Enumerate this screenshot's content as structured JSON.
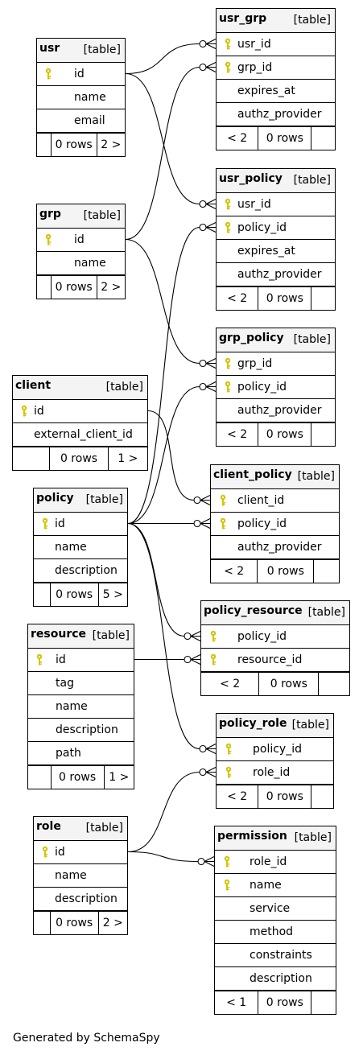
{
  "tables": {
    "usr": {
      "name": "usr",
      "kind": "[table]",
      "cols": [
        "id",
        "name",
        "email"
      ],
      "foot": [
        "",
        "0 rows",
        "2 >"
      ]
    },
    "usr_grp": {
      "name": "usr_grp",
      "kind": "[table]",
      "cols": [
        "usr_id",
        "grp_id",
        "expires_at",
        "authz_provider"
      ],
      "foot": [
        "< 2",
        "0 rows",
        ""
      ]
    },
    "usr_policy": {
      "name": "usr_policy",
      "kind": "[table]",
      "cols": [
        "usr_id",
        "policy_id",
        "expires_at",
        "authz_provider"
      ],
      "foot": [
        "< 2",
        "0 rows",
        ""
      ]
    },
    "grp": {
      "name": "grp",
      "kind": "[table]",
      "cols": [
        "id",
        "name"
      ],
      "foot": [
        "",
        "0 rows",
        "2 >"
      ]
    },
    "grp_policy": {
      "name": "grp_policy",
      "kind": "[table]",
      "cols": [
        "grp_id",
        "policy_id",
        "authz_provider"
      ],
      "foot": [
        "< 2",
        "0 rows",
        ""
      ]
    },
    "client": {
      "name": "client",
      "kind": "[table]",
      "cols": [
        "id",
        "external_client_id"
      ],
      "foot": [
        "",
        "0 rows",
        "1 >"
      ]
    },
    "client_policy": {
      "name": "client_policy",
      "kind": "[table]",
      "cols": [
        "client_id",
        "policy_id",
        "authz_provider"
      ],
      "foot": [
        "< 2",
        "0 rows",
        ""
      ]
    },
    "policy": {
      "name": "policy",
      "kind": "[table]",
      "cols": [
        "id",
        "name",
        "description"
      ],
      "foot": [
        "",
        "0 rows",
        "5 >"
      ]
    },
    "policy_resource": {
      "name": "policy_resource",
      "kind": "[table]",
      "cols": [
        "policy_id",
        "resource_id"
      ],
      "foot": [
        "< 2",
        "0 rows",
        ""
      ]
    },
    "resource": {
      "name": "resource",
      "kind": "[table]",
      "cols": [
        "id",
        "tag",
        "name",
        "description",
        "path"
      ],
      "foot": [
        "",
        "0 rows",
        "1 >"
      ]
    },
    "policy_role": {
      "name": "policy_role",
      "kind": "[table]",
      "cols": [
        "policy_id",
        "role_id"
      ],
      "foot": [
        "< 2",
        "0 rows",
        ""
      ]
    },
    "role": {
      "name": "role",
      "kind": "[table]",
      "cols": [
        "id",
        "name",
        "description"
      ],
      "foot": [
        "",
        "0 rows",
        "2 >"
      ]
    },
    "permission": {
      "name": "permission",
      "kind": "[table]",
      "cols": [
        "role_id",
        "name",
        "service",
        "method",
        "constraints",
        "description"
      ],
      "foot": [
        "< 1",
        "0 rows",
        ""
      ]
    }
  },
  "relationships": [
    {
      "from": "usr.id",
      "to": "usr_grp.usr_id"
    },
    {
      "from": "usr.id",
      "to": "usr_policy.usr_id"
    },
    {
      "from": "grp.id",
      "to": "usr_grp.grp_id"
    },
    {
      "from": "grp.id",
      "to": "grp_policy.grp_id"
    },
    {
      "from": "client.id",
      "to": "client_policy.client_id"
    },
    {
      "from": "policy.id",
      "to": "usr_policy.policy_id"
    },
    {
      "from": "policy.id",
      "to": "grp_policy.policy_id"
    },
    {
      "from": "policy.id",
      "to": "client_policy.policy_id"
    },
    {
      "from": "policy.id",
      "to": "policy_resource.policy_id"
    },
    {
      "from": "policy.id",
      "to": "policy_role.policy_id"
    },
    {
      "from": "resource.id",
      "to": "policy_resource.resource_id"
    },
    {
      "from": "role.id",
      "to": "policy_role.role_id"
    },
    {
      "from": "role.id",
      "to": "permission.role_id"
    }
  ],
  "colors": {
    "key_icon": "#d4c400",
    "header_bg": "#f4f4f4"
  },
  "footer": "Generated by SchemaSpy"
}
